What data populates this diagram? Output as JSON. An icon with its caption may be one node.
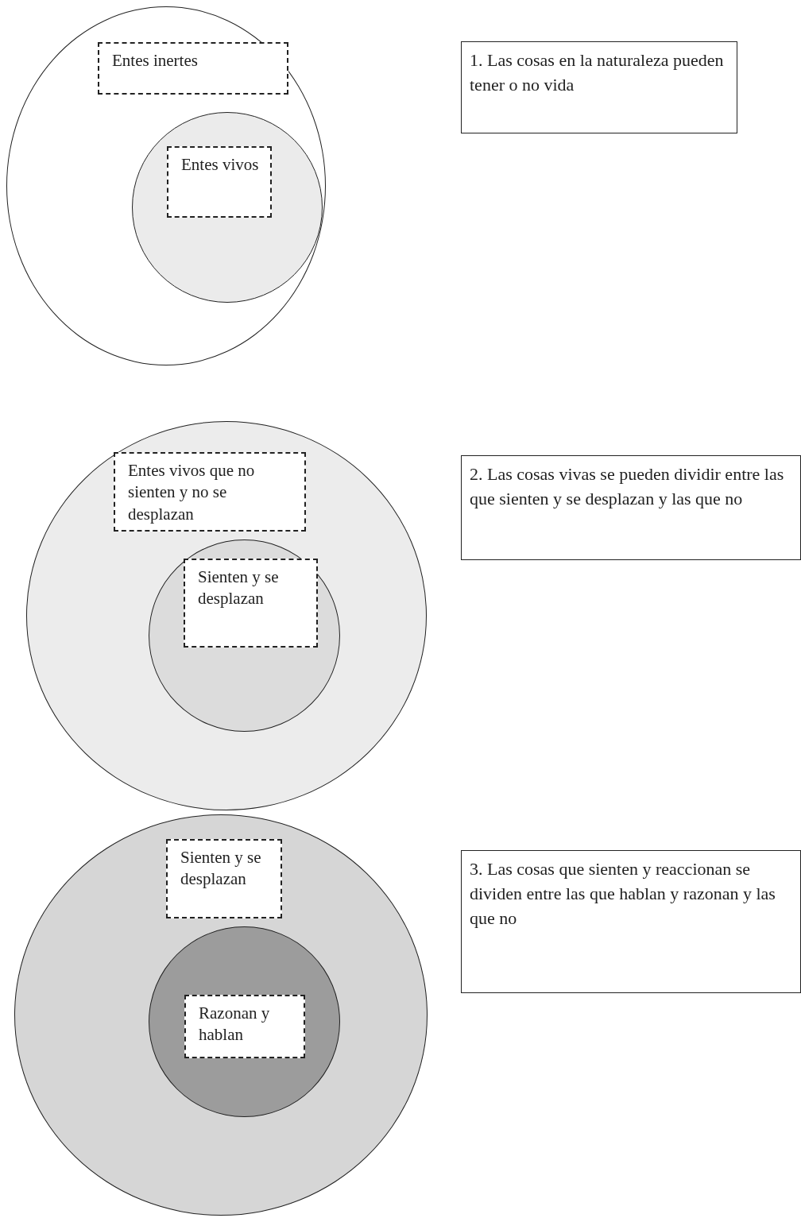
{
  "diagram": {
    "nodes": [
      {
        "text": [],
        "shape": "circle"
      },
      {
        "text": [
          "Entes inertes"
        ],
        "in": 0
      },
      {
        "text": [],
        "shape": "circle",
        "in": 0
      },
      {
        "text": [
          "Entes vivos"
        ],
        "in": 2
      },
      {
        "text": [
          "1. Las cosas en la naturaleza pueden tener o no vida"
        ]
      },
      {
        "text": [],
        "shape": "circle"
      },
      {
        "text": [
          "Entes vivos que no sienten y no se desplazan"
        ],
        "in": 5
      },
      {
        "text": [],
        "shape": "circle",
        "in": 5
      },
      {
        "text": [
          "Sienten y se desplazan"
        ],
        "in": 7
      },
      {
        "text": [
          "2. Las cosas vivas se pueden dividir entre las que sienten y se desplazan y las que no"
        ]
      },
      {
        "text": [],
        "shape": "circle"
      },
      {
        "text": [
          "Sienten y se desplazan"
        ],
        "in": 10
      },
      {
        "text": [],
        "shape": "circle",
        "in": 10
      },
      {
        "text": [
          "Razonan y hablan"
        ],
        "in": 12
      },
      {
        "text": [
          "3. Las cosas que sienten y reaccionan se dividen entre las que hablan y razonan y las que no"
        ]
      }
    ]
  }
}
